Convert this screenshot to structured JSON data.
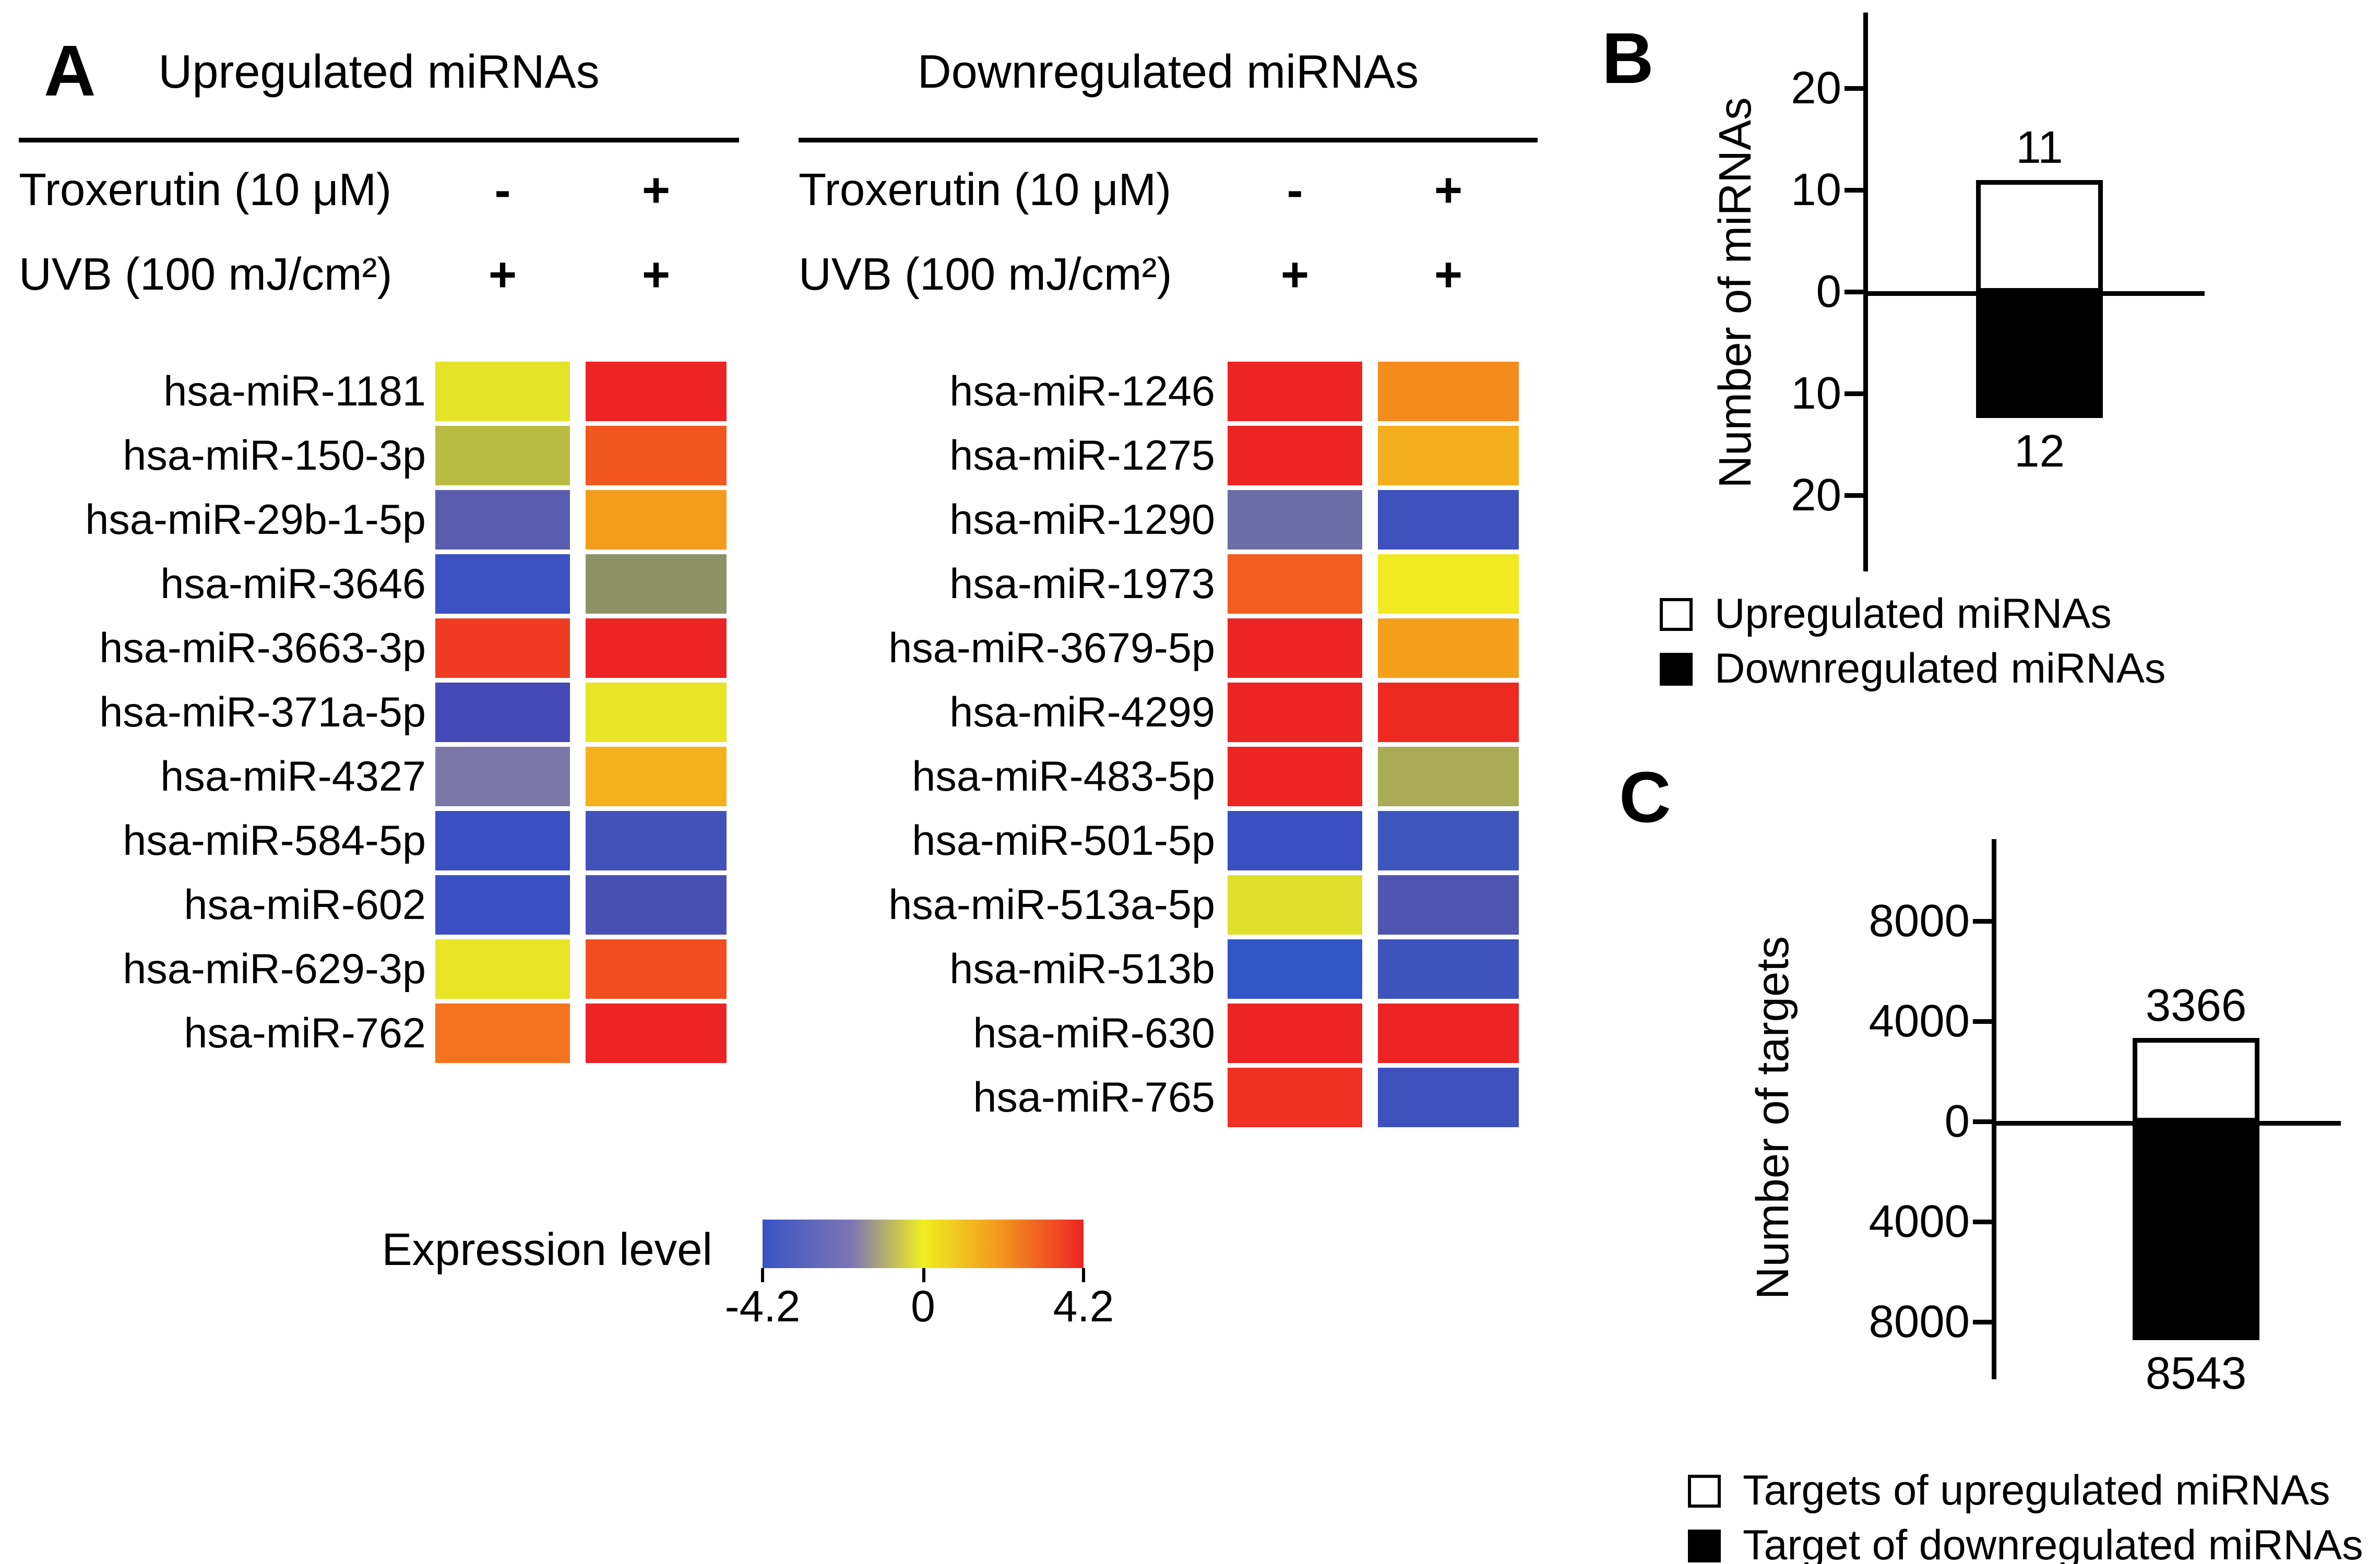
{
  "panels": {
    "a": "A",
    "b": "B",
    "c": "C"
  },
  "chart_data": [
    {
      "id": "heatmap_upregulated",
      "type": "heatmap",
      "title": "Upregulated miRNAs",
      "treatments": [
        {
          "label": "Troxerutin (10 μM)",
          "values": [
            "-",
            "+"
          ]
        },
        {
          "label": "UVB (100 mJ/cm²)",
          "values": [
            "+",
            "+"
          ]
        }
      ],
      "rows": [
        {
          "name": "hsa-miR-1181",
          "colors": [
            "#e3e32a",
            "#ec2423"
          ]
        },
        {
          "name": "hsa-miR-150-3p",
          "colors": [
            "#b9bc43",
            "#f1571f"
          ]
        },
        {
          "name": "hsa-miR-29b-1-5p",
          "colors": [
            "#5a5cad",
            "#f49d1d"
          ]
        },
        {
          "name": "hsa-miR-3646",
          "colors": [
            "#3b50c1",
            "#8e9367"
          ]
        },
        {
          "name": "hsa-miR-3663-3p",
          "colors": [
            "#ee3b21",
            "#ec2423"
          ]
        },
        {
          "name": "hsa-miR-371a-5p",
          "colors": [
            "#4549b6",
            "#e9e526"
          ]
        },
        {
          "name": "hsa-miR-4327",
          "colors": [
            "#7b78a9",
            "#f4b11c"
          ]
        },
        {
          "name": "hsa-miR-584-5p",
          "colors": [
            "#3a4fc2",
            "#4152b8"
          ]
        },
        {
          "name": "hsa-miR-602",
          "colors": [
            "#3a4fc2",
            "#4950b4"
          ]
        },
        {
          "name": "hsa-miR-629-3p",
          "colors": [
            "#e9e526",
            "#f14d1f"
          ]
        },
        {
          "name": "hsa-miR-762",
          "colors": [
            "#f3731e",
            "#ec2423"
          ]
        }
      ]
    },
    {
      "id": "heatmap_downregulated",
      "type": "heatmap",
      "title": "Downregulated miRNAs",
      "treatments": [
        {
          "label": "Troxerutin (10 μM)",
          "values": [
            "-",
            "+"
          ]
        },
        {
          "label": "UVB (100 mJ/cm²)",
          "values": [
            "+",
            "+"
          ]
        }
      ],
      "rows": [
        {
          "name": "hsa-miR-1246",
          "colors": [
            "#ec2423",
            "#f48b1d"
          ]
        },
        {
          "name": "hsa-miR-1275",
          "colors": [
            "#ec2423",
            "#f4ae1c"
          ]
        },
        {
          "name": "hsa-miR-1290",
          "colors": [
            "#6c6da6",
            "#3e51bc"
          ]
        },
        {
          "name": "hsa-miR-1973",
          "colors": [
            "#f15e1f",
            "#f1e921"
          ]
        },
        {
          "name": "hsa-miR-3679-5p",
          "colors": [
            "#ec2423",
            "#f4a01d"
          ]
        },
        {
          "name": "hsa-miR-4299",
          "colors": [
            "#ec2423",
            "#ed2a22"
          ]
        },
        {
          "name": "hsa-miR-483-5p",
          "colors": [
            "#ec2423",
            "#a9ac54"
          ]
        },
        {
          "name": "hsa-miR-501-5p",
          "colors": [
            "#3a4fc2",
            "#3e56bc"
          ]
        },
        {
          "name": "hsa-miR-513a-5p",
          "colors": [
            "#e0df2b",
            "#5055b1"
          ]
        },
        {
          "name": "hsa-miR-513b",
          "colors": [
            "#3256c5",
            "#3e54bc"
          ]
        },
        {
          "name": "hsa-miR-630",
          "colors": [
            "#ec2423",
            "#ec2423"
          ]
        },
        {
          "name": "hsa-miR-765",
          "colors": [
            "#ee3122",
            "#3e51bc"
          ]
        }
      ]
    },
    {
      "id": "colorbar",
      "type": "colorbar",
      "label": "Expression level",
      "ticks": [
        "-4.2",
        "0",
        "4.2"
      ],
      "range": [
        -4.2,
        4.2
      ],
      "gradient": [
        "#3953c5 0%",
        "#7d76b2 28%",
        "#f0ee21 50%",
        "#f2971e 74%",
        "#ec2424 100%"
      ]
    },
    {
      "id": "mirna_counts",
      "type": "bar",
      "ylabel": "Number of miRNAs",
      "ytick_labels": [
        "20",
        "10",
        "0",
        "10",
        "20"
      ],
      "axis_unit": 10,
      "ylim": [
        -25,
        25
      ],
      "bars": [
        {
          "label": "11",
          "value": 11,
          "direction": "up",
          "color": "#ffffff",
          "category": "Upregulated miRNAs"
        },
        {
          "label": "12",
          "value": 12,
          "direction": "down",
          "color": "#000000",
          "category": "Downregulated miRNAs"
        }
      ],
      "legend": [
        {
          "color": "#ffffff",
          "label": "Upregulated miRNAs"
        },
        {
          "color": "#000000",
          "label": "Downregulated miRNAs"
        }
      ]
    },
    {
      "id": "target_counts",
      "type": "bar",
      "ylabel": "Number of targets",
      "ytick_labels": [
        "8000",
        "4000",
        "0",
        "4000",
        "8000"
      ],
      "axis_unit": 4000,
      "ylim": [
        -10000,
        10000
      ],
      "bars": [
        {
          "label": "3366",
          "value": 3366,
          "direction": "up",
          "color": "#ffffff",
          "category": "Targets of upregulated miRNAs"
        },
        {
          "label": "8543",
          "value": 8543,
          "direction": "down",
          "color": "#000000",
          "category": "Target of downregulated miRNAs"
        }
      ],
      "legend": [
        {
          "color": "#ffffff",
          "label": "Targets of upregulated miRNAs"
        },
        {
          "color": "#000000",
          "label": "Target of downregulated miRNAs"
        }
      ]
    }
  ]
}
